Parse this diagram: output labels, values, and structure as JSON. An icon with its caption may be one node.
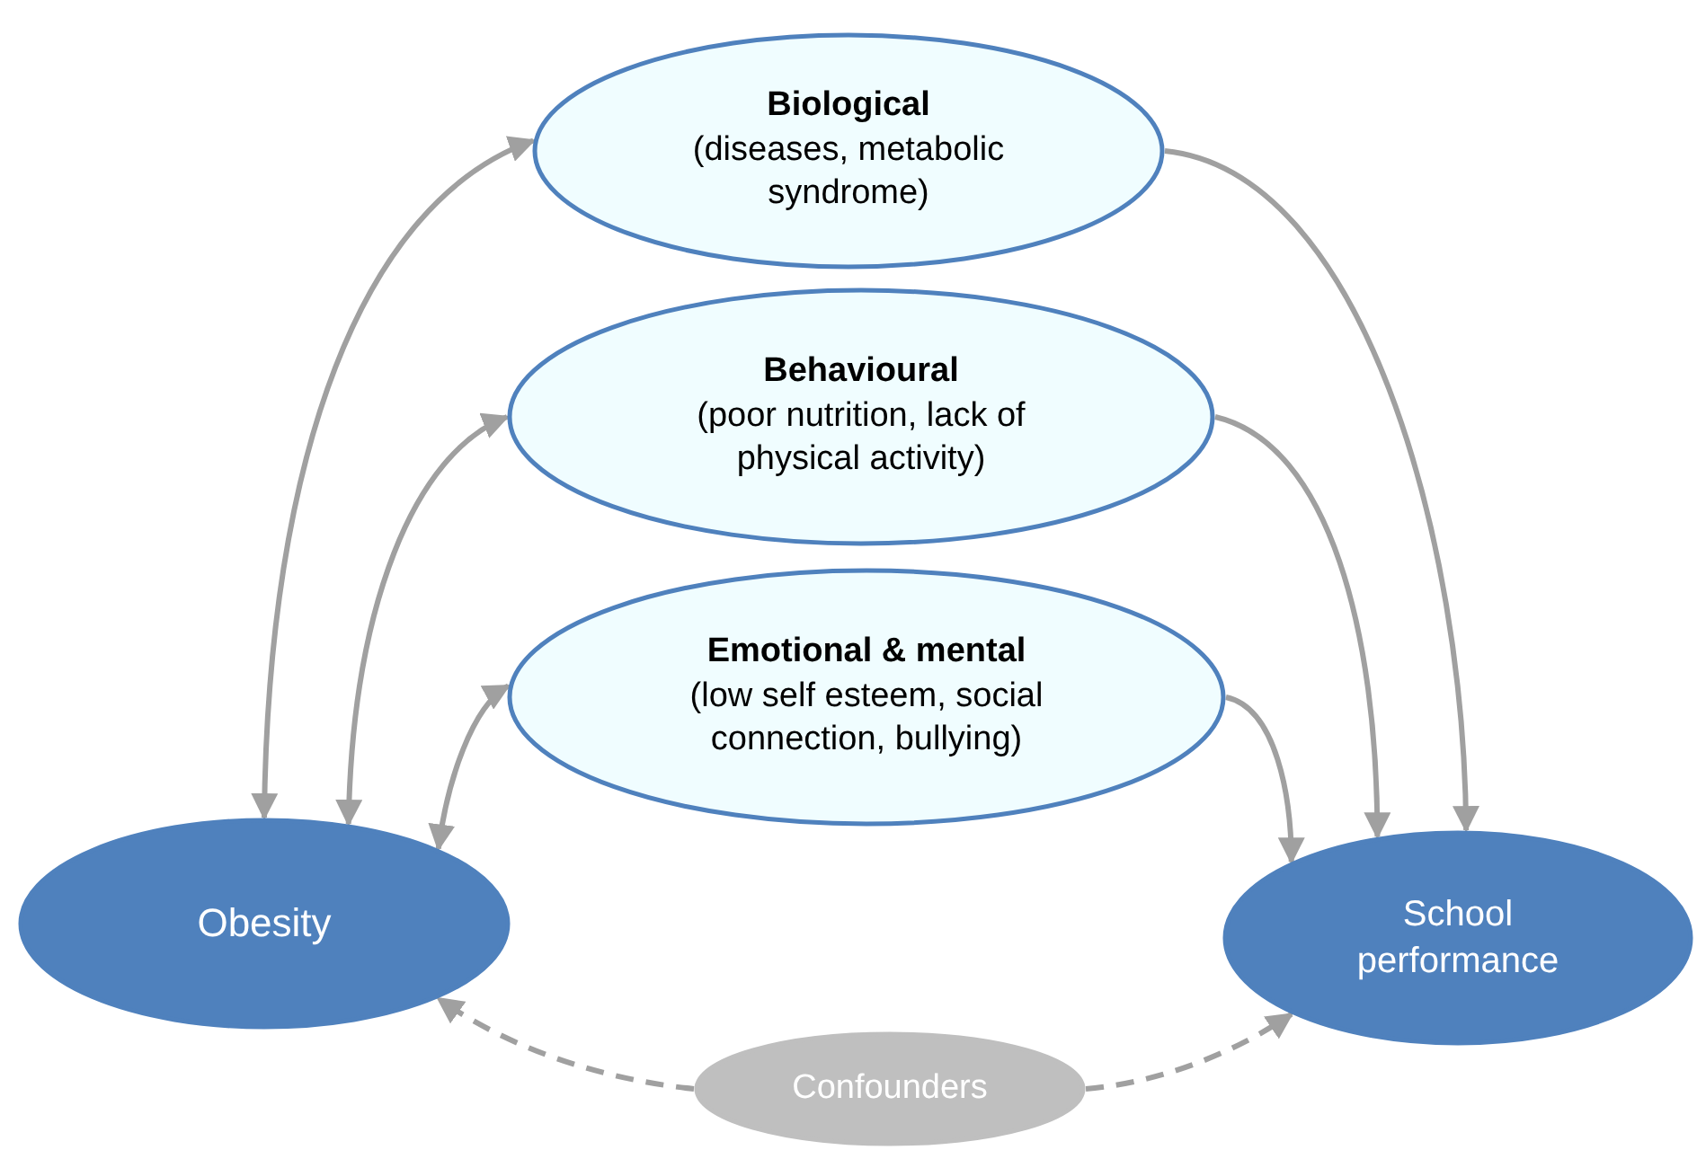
{
  "diagram": {
    "nodes": [
      {
        "text": [
          "Biological",
          "(diseases, metabolic syndrome)"
        ]
      },
      {
        "text": [
          "Behavioural",
          "(poor nutrition, lack of physical activity)"
        ]
      },
      {
        "text": [
          "Emotional & mental",
          "(low self esteem, social connection, bullying)"
        ]
      },
      {
        "text": [
          "Obesity"
        ]
      },
      {
        "text": [
          "School performance"
        ]
      },
      {
        "text": [
          "Confounders"
        ]
      }
    ],
    "edges": [
      {
        "from": 3,
        "to": 0,
        "arrow": "both"
      },
      {
        "from": 3,
        "to": 1,
        "arrow": "both"
      },
      {
        "from": 3,
        "to": 2,
        "arrow": "both"
      },
      {
        "from": 0,
        "to": 4,
        "arrow": "to"
      },
      {
        "from": 1,
        "to": 4,
        "arrow": "to"
      },
      {
        "from": 2,
        "to": 4,
        "arrow": "to"
      },
      {
        "from": 5,
        "to": 3,
        "arrow": "to",
        "style": "dashed"
      },
      {
        "from": 5,
        "to": 4,
        "arrow": "to",
        "style": "dashed"
      }
    ]
  }
}
